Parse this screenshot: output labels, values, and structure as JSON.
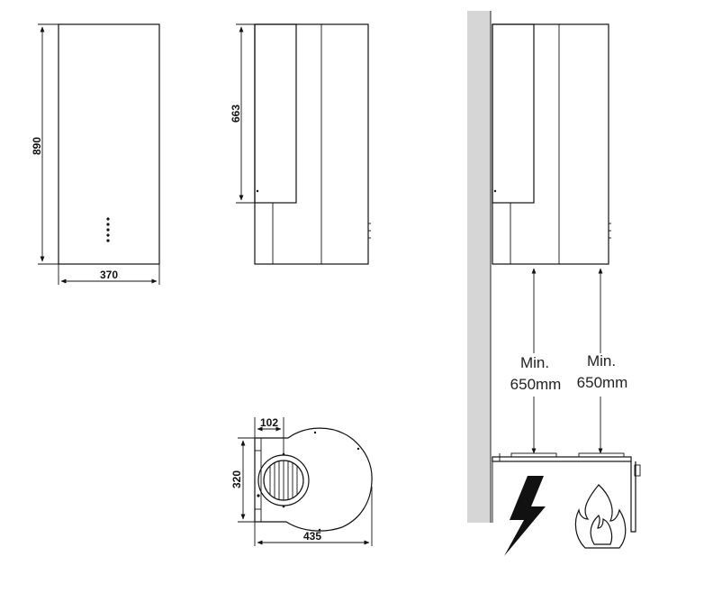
{
  "dimensions": {
    "front_height": "890",
    "front_width": "370",
    "side_height": "663",
    "top_depth": "320",
    "top_outlet": "102",
    "top_width": "435"
  },
  "clearance": {
    "left": {
      "line1": "Min.",
      "line2": "650mm"
    },
    "right": {
      "line1": "Min.",
      "line2": "650mm"
    }
  },
  "icons": [
    "lightning-icon",
    "flame-icon"
  ],
  "colors": {
    "line": "#111111",
    "wall": "#d6d6d6"
  }
}
